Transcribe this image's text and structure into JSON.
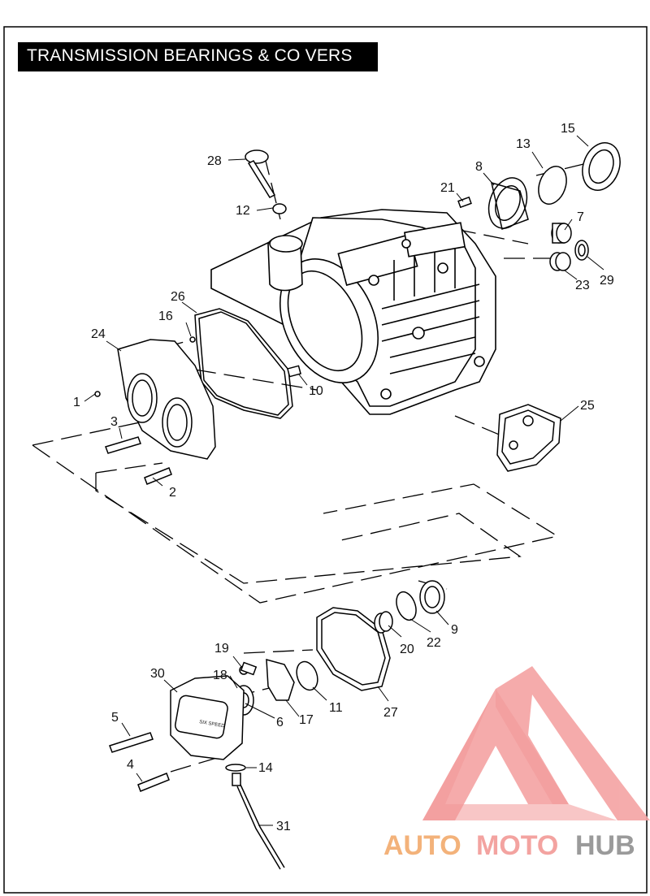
{
  "title": "TRANSMISSION BEARINGS & CO VERS",
  "callouts": [
    {
      "label": "1"
    },
    {
      "label": "2"
    },
    {
      "label": "3"
    },
    {
      "label": "4"
    },
    {
      "label": "5"
    },
    {
      "label": "6"
    },
    {
      "label": "7"
    },
    {
      "label": "8"
    },
    {
      "label": "9"
    },
    {
      "label": "10"
    },
    {
      "label": "11"
    },
    {
      "label": "12"
    },
    {
      "label": "13"
    },
    {
      "label": "14"
    },
    {
      "label": "15"
    },
    {
      "label": "16"
    },
    {
      "label": "17"
    },
    {
      "label": "18"
    },
    {
      "label": "19"
    },
    {
      "label": "20"
    },
    {
      "label": "21"
    },
    {
      "label": "22"
    },
    {
      "label": "23"
    },
    {
      "label": "24"
    },
    {
      "label": "25"
    },
    {
      "label": "26"
    },
    {
      "label": "27"
    },
    {
      "label": "28"
    },
    {
      "label": "29"
    },
    {
      "label": "30"
    },
    {
      "label": "31"
    }
  ],
  "cover_text": "SIX SPEED",
  "watermark": {
    "part1": "AUTO",
    "part2": "MOTO",
    "part3": "HUB",
    "color1": "#f3b27a",
    "color2": "#f3a3a0",
    "color3": "#9a9a9a",
    "logo_color": "#f08c8c"
  }
}
